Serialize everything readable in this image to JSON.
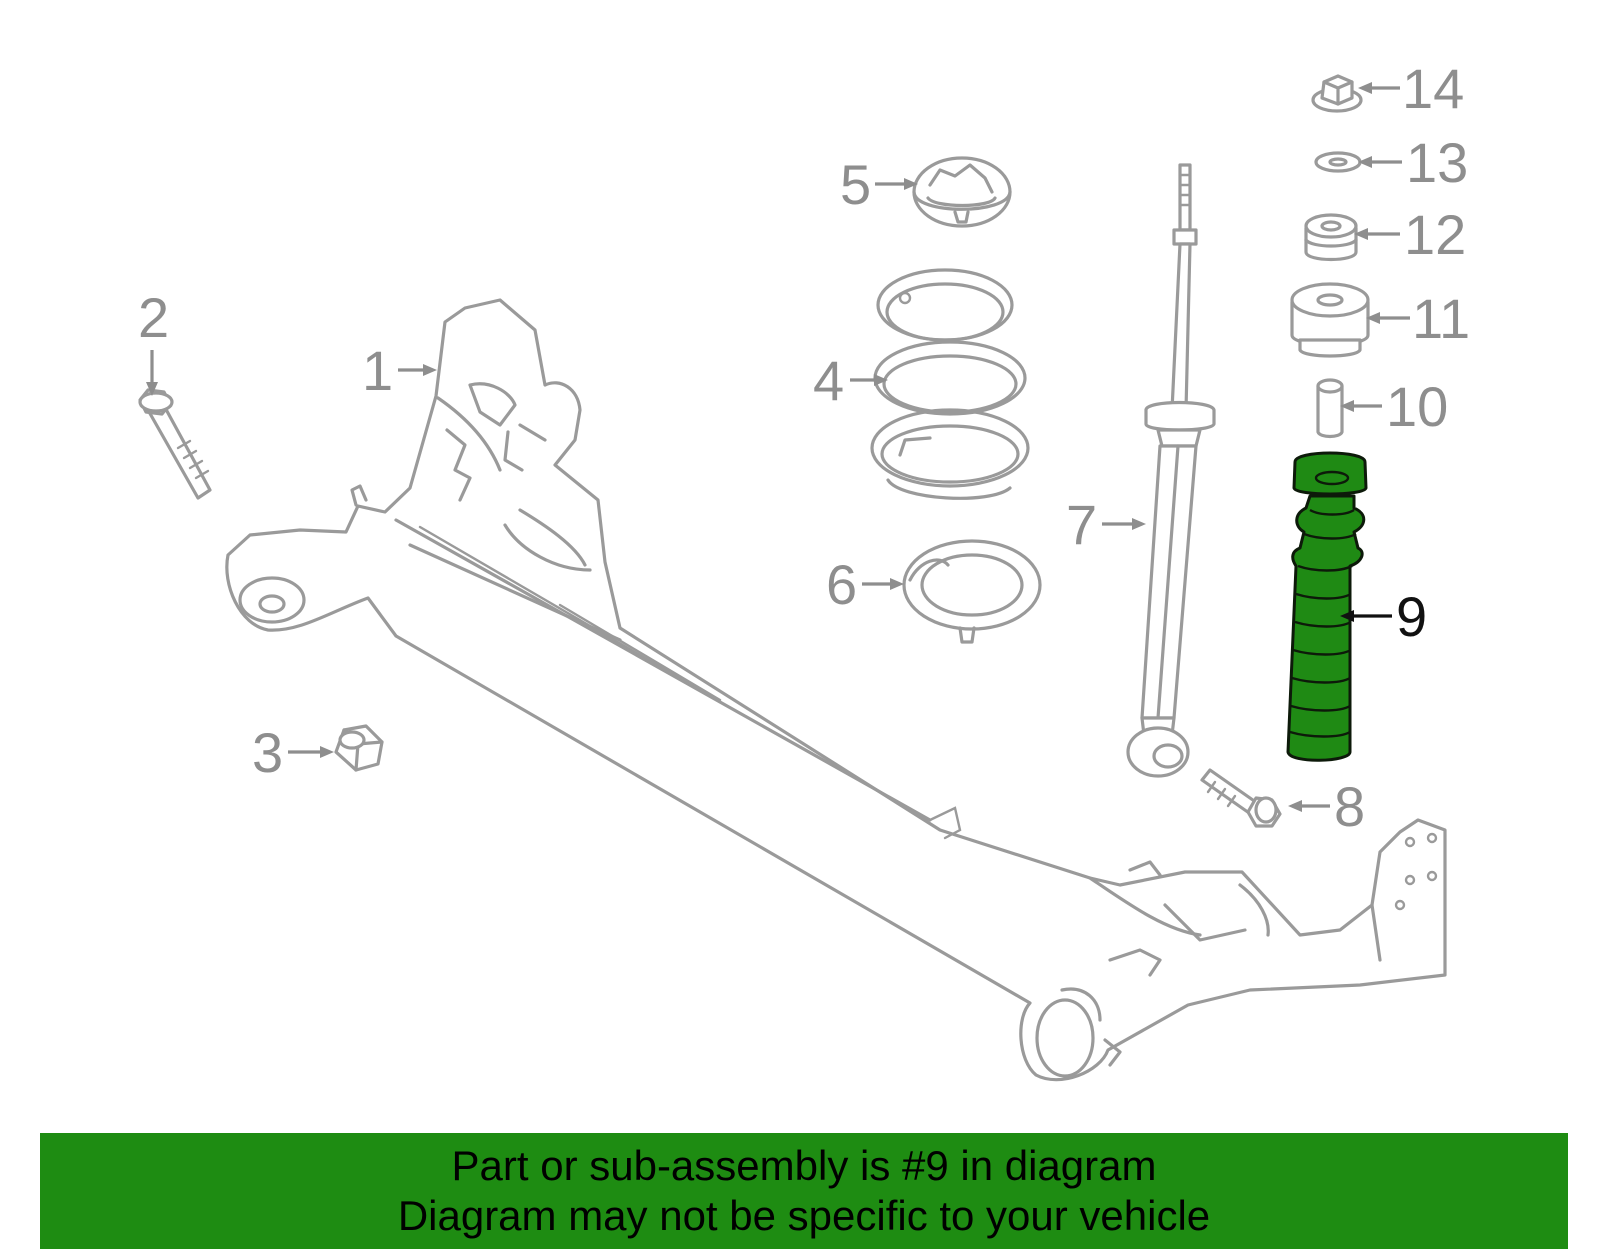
{
  "callouts": {
    "c1": "1",
    "c2": "2",
    "c3": "3",
    "c4": "4",
    "c5": "5",
    "c6": "6",
    "c7": "7",
    "c8": "8",
    "c9": "9",
    "c10": "10",
    "c11": "11",
    "c12": "12",
    "c13": "13",
    "c14": "14"
  },
  "highlighted_part": "9",
  "colors": {
    "highlight": "#1f8a14",
    "banner": "#1e8c12",
    "outline": "#9a9a9a"
  },
  "banner": {
    "line1": "Part or sub-assembly is #9 in diagram",
    "line2": "Diagram may not be specific to your vehicle"
  }
}
